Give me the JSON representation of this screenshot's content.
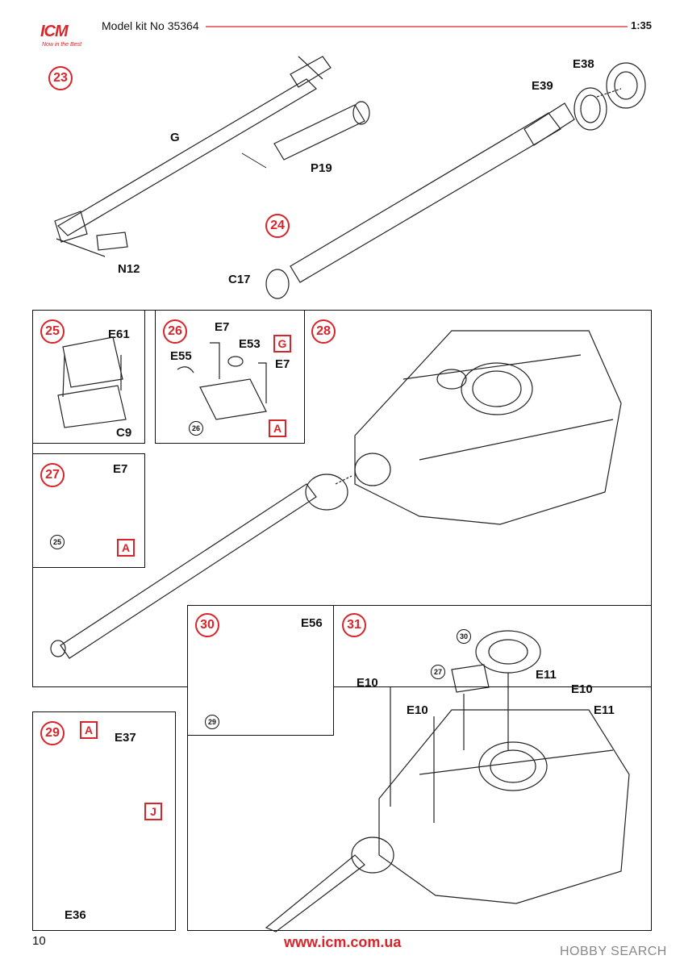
{
  "header": {
    "brand": "ICM",
    "tagline": "Now in the Best",
    "kit": "Model kit No 35364",
    "scale": "1:35"
  },
  "steps": {
    "s23": {
      "num": "23",
      "parts": {
        "g": "G",
        "p19": "P19",
        "n12": "N12"
      }
    },
    "s24": {
      "num": "24",
      "parts": {
        "e38": "E38",
        "e39": "E39",
        "c17": "C17"
      }
    },
    "s25": {
      "num": "25",
      "parts": {
        "e61": "E61",
        "c9": "C9"
      }
    },
    "s26": {
      "num": "26",
      "parts": {
        "e7a": "E7",
        "e53": "E53",
        "e55": "E55",
        "e7b": "E7"
      },
      "refs": {
        "g": "G",
        "a": "A"
      },
      "sub": "26"
    },
    "s27": {
      "num": "27",
      "parts": {
        "e7": "E7"
      },
      "refs": {
        "a": "A"
      },
      "sub": "25"
    },
    "s28": {
      "num": "28"
    },
    "s29": {
      "num": "29",
      "parts": {
        "e37": "E37",
        "e36": "E36"
      },
      "refs": {
        "a": "A",
        "j": "J"
      }
    },
    "s30": {
      "num": "30",
      "parts": {
        "e56": "E56"
      },
      "sub": "29"
    },
    "s31": {
      "num": "31",
      "parts": {
        "e10a": "E10",
        "e10b": "E10",
        "e10c": "E10",
        "e11a": "E11",
        "e11b": "E11"
      },
      "subs": {
        "a": "30",
        "b": "27"
      }
    }
  },
  "footer": {
    "page": "10",
    "website": "www.icm.com.ua",
    "watermark": "HOBBY SEARCH"
  }
}
